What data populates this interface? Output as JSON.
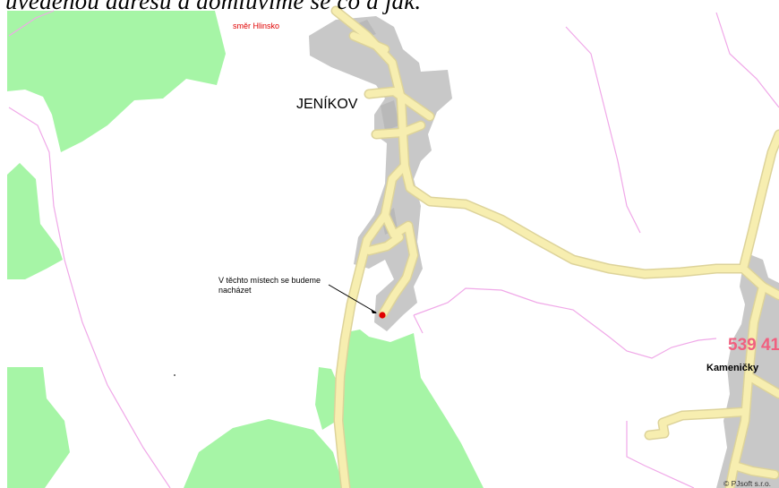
{
  "heading_text": "uvedenou adresu a domluvíme se co a jak.",
  "map": {
    "labels": {
      "direction": "směr Hlinsko",
      "village_jenikov": "JENÍKOV",
      "note_line1": "V těchto místech se budeme",
      "note_line2": "nacházet",
      "postal_code": "539 41",
      "village_kamenicky": "Kameničky",
      "copyright": "© PJsoft s.r.o."
    },
    "colors": {
      "background": "#ffffff",
      "forest": "#a6f5a6",
      "built_up": "#c8c8c8",
      "road_fill": "#f7eeb0",
      "road_edge": "#ddd39a",
      "boundary": "#f0a8e8",
      "marker": "#e00000",
      "direction_text": "#e00000",
      "postal_text": "#f06080"
    },
    "icons": [
      "location-marker-icon",
      "leader-arrow-icon"
    ]
  }
}
